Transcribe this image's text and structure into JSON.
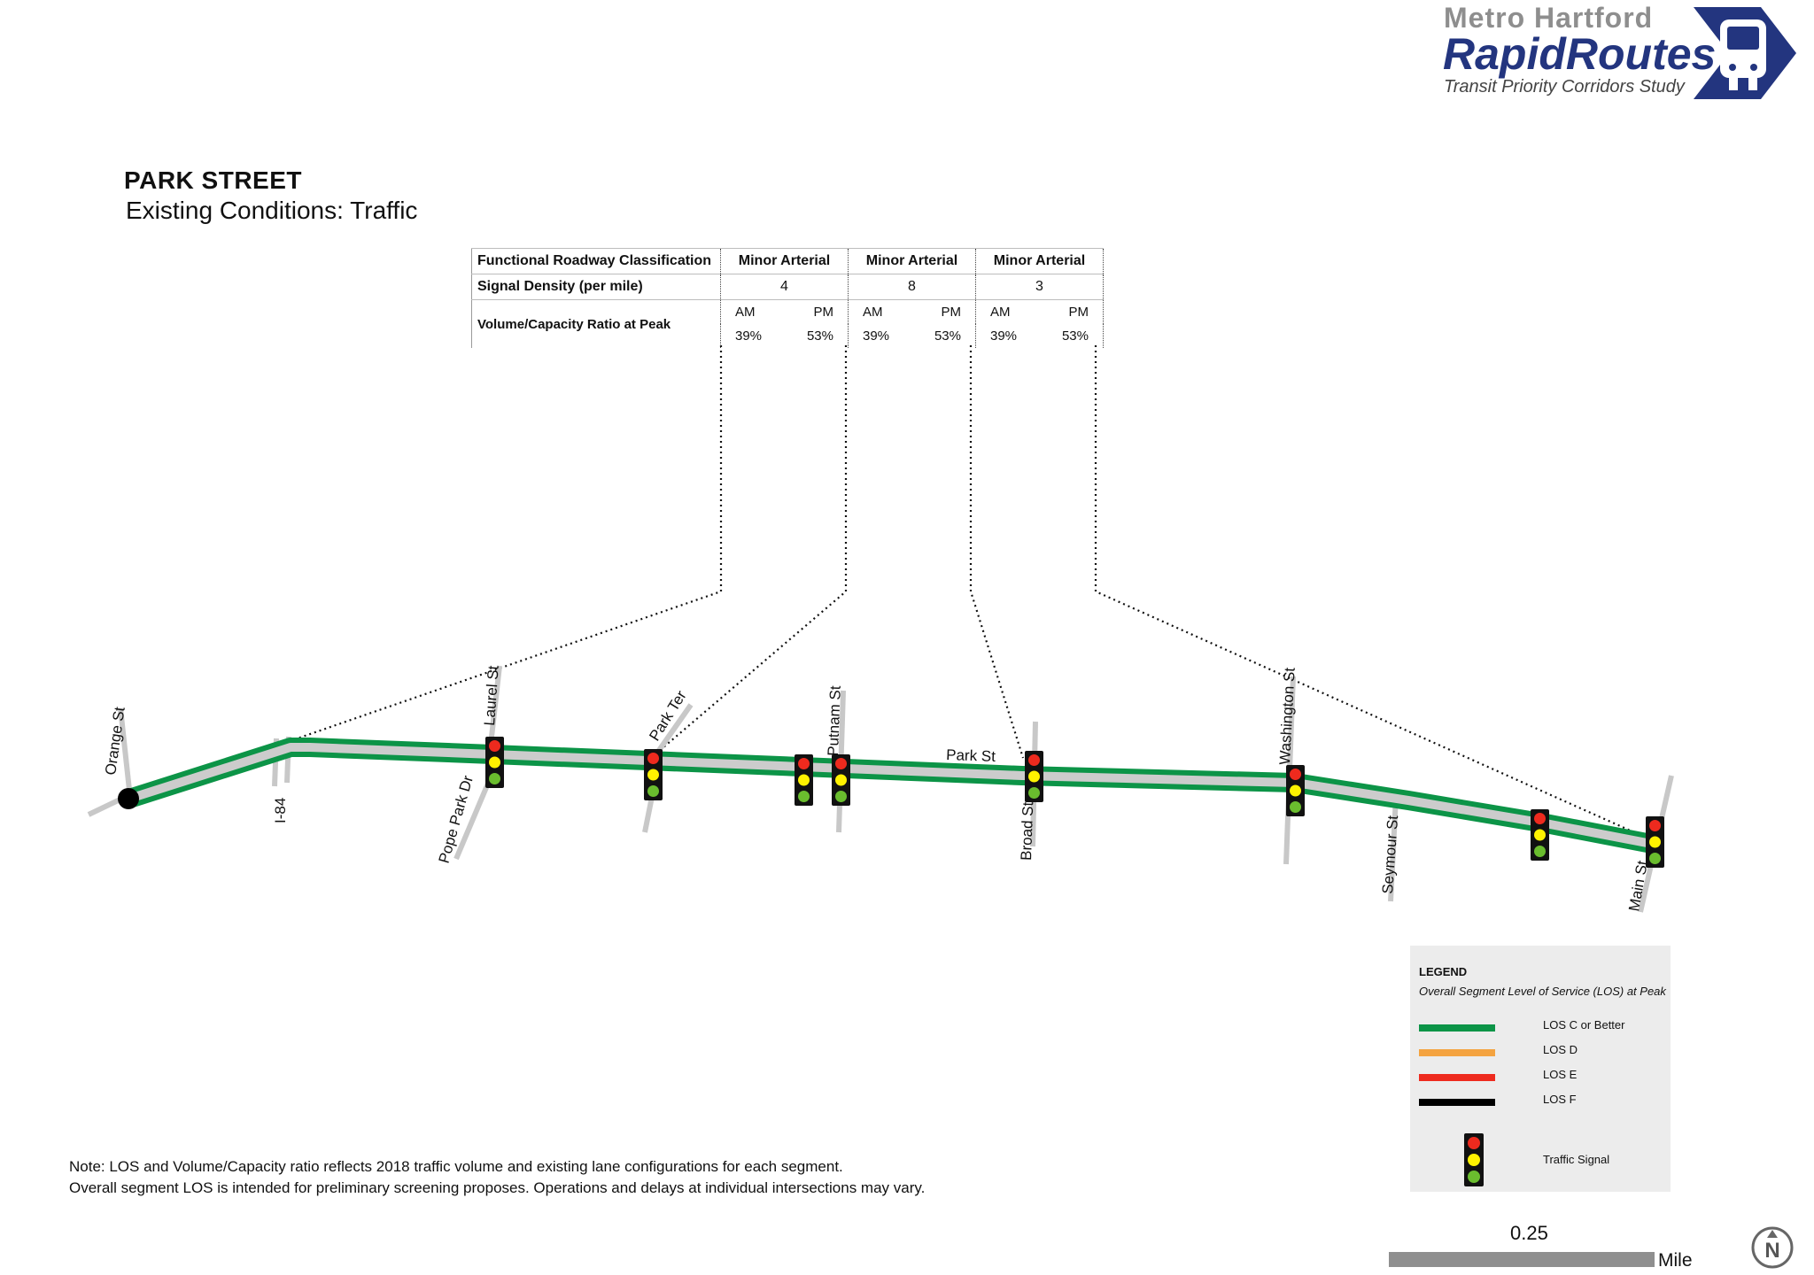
{
  "logo": {
    "top_text": "Metro Hartford",
    "main_text": "RapidRoutes",
    "sub_text": "Transit Priority Corridors Study",
    "brand_color": "#23357f",
    "top_color": "#8e8e8e"
  },
  "title": "PARK STREET",
  "subtitle": "Existing Conditions: Traffic",
  "table": {
    "rows": [
      {
        "label": "Functional Roadway Classification",
        "values": [
          "Minor Arterial",
          "Minor Arterial",
          "Minor Arterial"
        ]
      },
      {
        "label": "Signal Density (per mile)",
        "values": [
          "4",
          "8",
          "3"
        ]
      },
      {
        "label": "Volume/Capacity Ratio at Peak",
        "periods": [
          "AM",
          "PM"
        ],
        "segments": [
          {
            "am": "39%",
            "pm": "53%"
          },
          {
            "am": "39%",
            "pm": "53%"
          },
          {
            "am": "39%",
            "pm": "53%"
          }
        ]
      }
    ]
  },
  "map": {
    "main_street_label": "Park St",
    "segment_los": [
      "LOS C or Better",
      "LOS C or Better",
      "LOS C or Better"
    ],
    "cross_streets": [
      "Orange St",
      "I-84",
      "Laurel St",
      "Pope Park Dr",
      "Park Ter",
      "Putnam St",
      "Broad St",
      "Washington St",
      "Seymour St",
      "Main St"
    ],
    "traffic_signal_count": 8,
    "colors": {
      "los_c": "#0c9447",
      "los_d": "#f4a340",
      "los_e": "#ee2a1e",
      "los_f": "#000000",
      "road_center": "#cccccc"
    }
  },
  "legend": {
    "title": "LEGEND",
    "subtitle": "Overall Segment Level of Service (LOS) at Peak",
    "items": [
      {
        "label": "LOS C or Better",
        "color": "#0c9447"
      },
      {
        "label": "LOS D",
        "color": "#f4a340"
      },
      {
        "label": "LOS E",
        "color": "#ee2a1e"
      },
      {
        "label": "LOS F",
        "color": "#000000"
      }
    ],
    "signal_label": "Traffic Signal"
  },
  "note": {
    "line1": "Note: LOS and Volume/Capacity ratio reflects 2018 traffic volume and existing lane configurations for each segment.",
    "line2": "Overall segment LOS is intended for preliminary screening proposes. Operations and delays at individual intersections may vary."
  },
  "scale": {
    "value": "0.25",
    "unit": "Mile"
  },
  "north_arrow": "N"
}
